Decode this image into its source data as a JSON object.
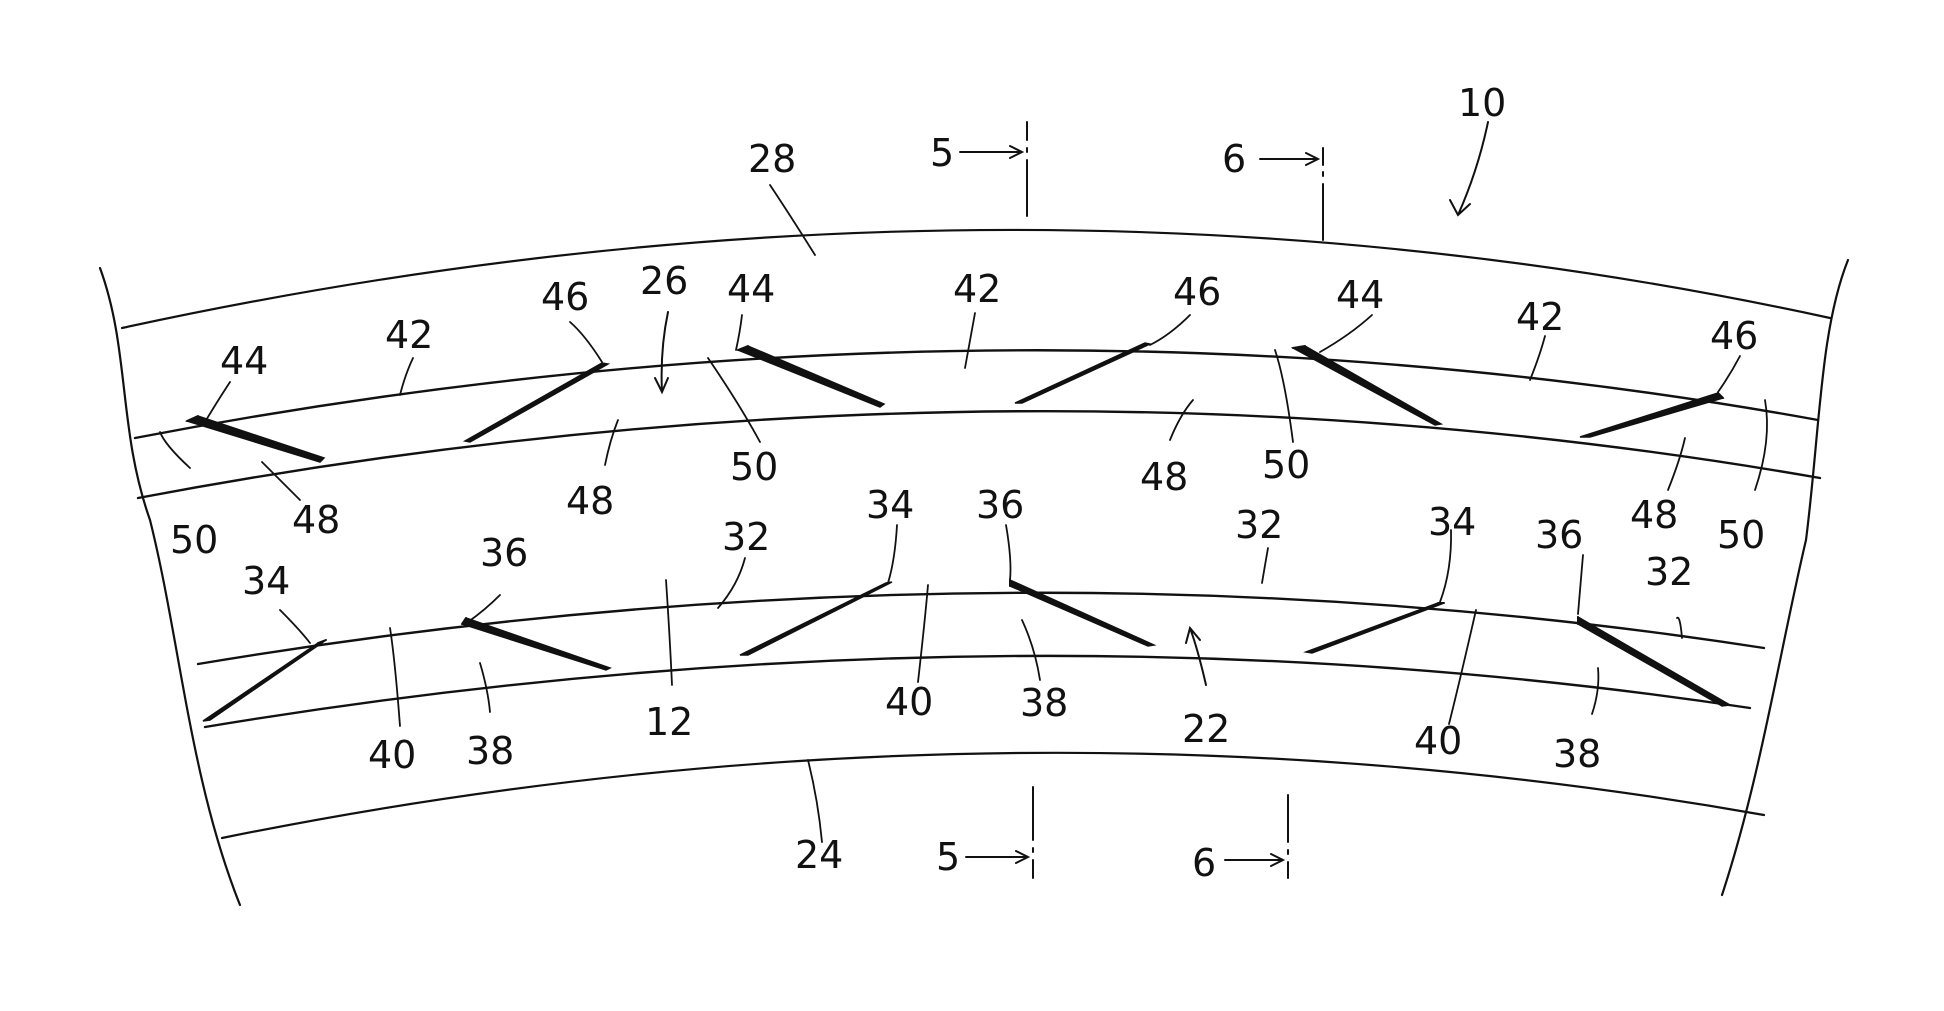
{
  "figure_ref": "10",
  "section_marks": [
    "5",
    "5",
    "6",
    "6"
  ],
  "labels": {
    "l10": "10",
    "l28": "28",
    "l24": "24",
    "l26": "26",
    "l22": "22",
    "l12": "12",
    "s5top": "5",
    "s6top": "6",
    "s5bot": "5",
    "s6bot": "6",
    "u44a": "44",
    "u42a": "42",
    "u46a": "46",
    "u44b": "44",
    "u42b": "42",
    "u46b": "46",
    "u44c": "44",
    "u42c": "42",
    "u46c": "46",
    "u50a": "50",
    "u48a": "48",
    "u48b": "48",
    "u50b": "50",
    "u48c": "48",
    "u50c": "50",
    "u48d": "48",
    "u50d": "50",
    "d34a": "34",
    "d36a": "36",
    "d32a": "32",
    "d34b": "34",
    "d36b": "36",
    "d32b": "32",
    "d34c": "34",
    "d36c": "36",
    "d32c": "32",
    "d40a": "40",
    "d38a": "38",
    "d40b": "40",
    "d38b": "38",
    "d40c": "40",
    "d38c": "38"
  }
}
